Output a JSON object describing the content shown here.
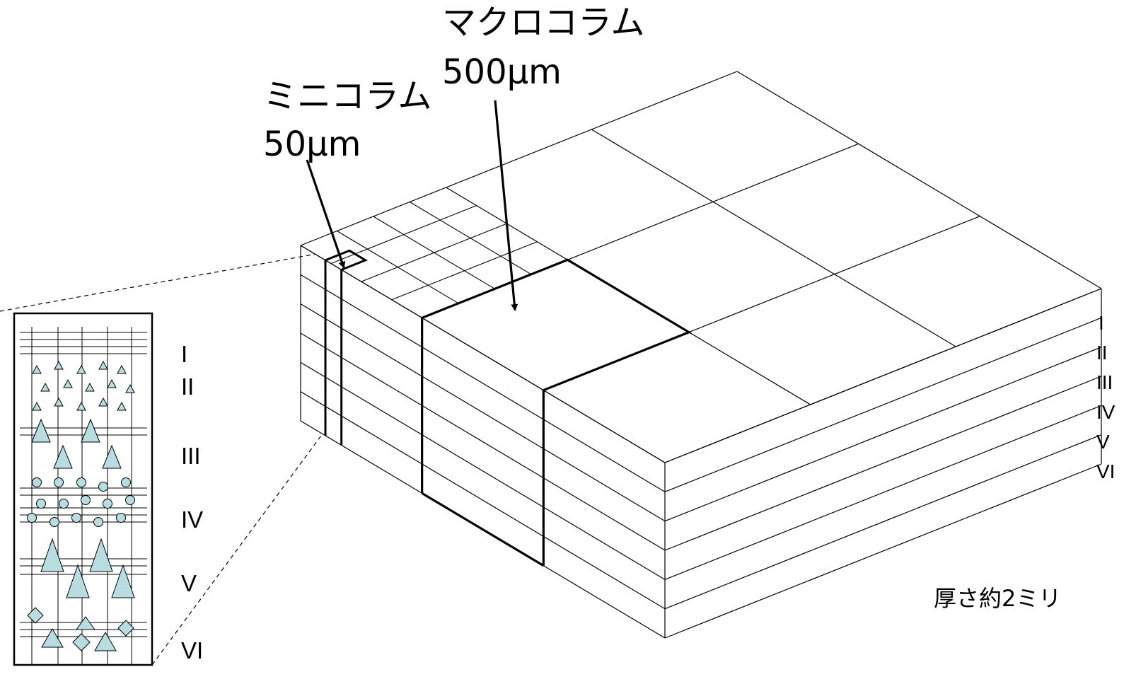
{
  "annotations": {
    "macrocolumn_name": "マクロコラム",
    "macrocolumn_size": "500μm",
    "minicolumn_name": "ミニコラム",
    "minicolumn_size": "50μm",
    "thickness": "厚さ約2ミリ"
  },
  "layers": [
    "I",
    "II",
    "III",
    "IV",
    "V",
    "VI"
  ],
  "colors": {
    "cell_fill": "#b7dde0",
    "line": "#000000"
  }
}
